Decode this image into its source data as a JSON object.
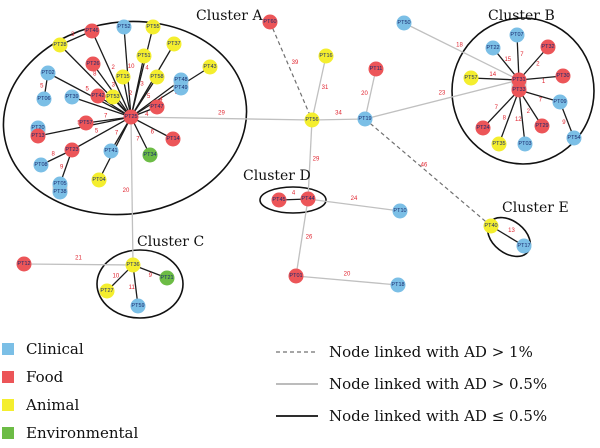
{
  "colors": {
    "Clinical": "#7bbfe6",
    "Food": "#ec5558",
    "Animal": "#f4ee2e",
    "Environmental": "#6cbc45",
    "edge": "#c0c0c0",
    "edgeLabel": "#e0242f"
  },
  "clusters": [
    {
      "id": "A",
      "label": "Cluster A"
    },
    {
      "id": "B",
      "label": "Cluster B"
    },
    {
      "id": "C",
      "label": "Cluster C"
    },
    {
      "id": "D",
      "label": "Cluster D"
    },
    {
      "id": "E",
      "label": "Cluster E"
    }
  ],
  "legend": {
    "categories": [
      {
        "label": "Clinical",
        "type": "Clinical"
      },
      {
        "label": "Food",
        "type": "Food"
      },
      {
        "label": "Animal",
        "type": "Animal"
      },
      {
        "label": "Environmental",
        "type": "Environmental"
      }
    ],
    "edge_types": [
      {
        "label": "Node linked with AD > 1%",
        "style": "dashed"
      },
      {
        "label": "Node linked with AD > 0.5%",
        "style": "thin"
      },
      {
        "label": "Node linked with AD ≤ 0.5%",
        "style": "thick"
      }
    ]
  },
  "nodes": [
    {
      "id": "PT25",
      "type": "Food"
    },
    {
      "id": "PT46",
      "type": "Food"
    },
    {
      "id": "PT52",
      "type": "Clinical"
    },
    {
      "id": "PT55",
      "type": "Animal"
    },
    {
      "id": "PT28",
      "type": "Animal"
    },
    {
      "id": "PT37",
      "type": "Animal"
    },
    {
      "id": "PT51",
      "type": "Animal"
    },
    {
      "id": "PT26",
      "type": "Food"
    },
    {
      "id": "PT02",
      "type": "Clinical"
    },
    {
      "id": "PT15",
      "type": "Animal"
    },
    {
      "id": "PT58",
      "type": "Animal"
    },
    {
      "id": "PT48",
      "type": "Clinical"
    },
    {
      "id": "PT49",
      "type": "Clinical"
    },
    {
      "id": "PT43",
      "type": "Animal"
    },
    {
      "id": "PT06",
      "type": "Clinical"
    },
    {
      "id": "PT39",
      "type": "Clinical"
    },
    {
      "id": "PT42",
      "type": "Food"
    },
    {
      "id": "PT53",
      "type": "Animal"
    },
    {
      "id": "PT47",
      "type": "Food"
    },
    {
      "id": "PT57",
      "type": "Food"
    },
    {
      "id": "PT20",
      "type": "Clinical"
    },
    {
      "id": "PT13",
      "type": "Food"
    },
    {
      "id": "PT14",
      "type": "Food"
    },
    {
      "id": "PT23",
      "type": "Food"
    },
    {
      "id": "PT41",
      "type": "Clinical"
    },
    {
      "id": "PT34",
      "type": "Environmental"
    },
    {
      "id": "PT08",
      "type": "Clinical"
    },
    {
      "id": "PT04",
      "type": "Animal"
    },
    {
      "id": "PT05",
      "type": "Clinical"
    },
    {
      "id": "PT38",
      "type": "Clinical"
    },
    {
      "id": "PT60",
      "type": "Food"
    },
    {
      "id": "PT16",
      "type": "Animal"
    },
    {
      "id": "PT11",
      "type": "Food"
    },
    {
      "id": "PT56",
      "type": "Animal"
    },
    {
      "id": "PT19",
      "type": "Clinical"
    },
    {
      "id": "PT50",
      "type": "Clinical"
    },
    {
      "id": "PT07",
      "type": "Clinical"
    },
    {
      "id": "PT22",
      "type": "Clinical"
    },
    {
      "id": "PT32",
      "type": "Food"
    },
    {
      "id": "PT57B",
      "type": "Animal",
      "label": "PT57"
    },
    {
      "id": "PT31",
      "type": "Food"
    },
    {
      "id": "PT33",
      "type": "Food"
    },
    {
      "id": "PT30",
      "type": "Food"
    },
    {
      "id": "PT09",
      "type": "Clinical"
    },
    {
      "id": "PT24",
      "type": "Food"
    },
    {
      "id": "PT29",
      "type": "Food"
    },
    {
      "id": "PT35",
      "type": "Animal"
    },
    {
      "id": "PT03",
      "type": "Clinical"
    },
    {
      "id": "PT54",
      "type": "Clinical"
    },
    {
      "id": "PT45",
      "type": "Food"
    },
    {
      "id": "PT44",
      "type": "Food"
    },
    {
      "id": "PT10",
      "type": "Clinical"
    },
    {
      "id": "PT01",
      "type": "Food"
    },
    {
      "id": "PT18",
      "type": "Clinical"
    },
    {
      "id": "PT40",
      "type": "Animal"
    },
    {
      "id": "PT17",
      "type": "Clinical"
    },
    {
      "id": "PT12",
      "type": "Food"
    },
    {
      "id": "PT36",
      "type": "Animal"
    },
    {
      "id": "PT21",
      "type": "Environmental"
    },
    {
      "id": "PT27",
      "type": "Animal"
    },
    {
      "id": "PT59",
      "type": "Clinical"
    }
  ],
  "edges": [
    {
      "a": "PT25",
      "b": "PT46",
      "label": "2",
      "style": "thick"
    },
    {
      "a": "PT25",
      "b": "PT52",
      "label": "10",
      "style": "thick"
    },
    {
      "a": "PT25",
      "b": "PT55",
      "label": "4",
      "style": "thick"
    },
    {
      "a": "PT25",
      "b": "PT28",
      "label": "8",
      "style": "thick"
    },
    {
      "a": "PT25",
      "b": "PT37",
      "label": "2",
      "style": "thick"
    },
    {
      "a": "PT25",
      "b": "PT51",
      "label": "3",
      "style": "thick"
    },
    {
      "a": "PT25",
      "b": "PT26",
      "label": "3",
      "style": "thick"
    },
    {
      "a": "PT25",
      "b": "PT02",
      "label": "5",
      "style": "thick"
    },
    {
      "a": "PT25",
      "b": "PT15",
      "label": "2",
      "style": "thick"
    },
    {
      "a": "PT25",
      "b": "PT58",
      "label": "5",
      "style": "thick"
    },
    {
      "a": "PT25",
      "b": "PT48",
      "label": "4",
      "style": "thick"
    },
    {
      "a": "PT25",
      "b": "PT43",
      "label": "8",
      "style": "thick"
    },
    {
      "a": "PT25",
      "b": "PT39",
      "label": "5",
      "style": "thick"
    },
    {
      "a": "PT25",
      "b": "PT42",
      "label": "3",
      "style": "thick"
    },
    {
      "a": "PT25",
      "b": "PT53",
      "label": "",
      "style": "thick"
    },
    {
      "a": "PT25",
      "b": "PT47",
      "label": "4",
      "style": "thick"
    },
    {
      "a": "PT25",
      "b": "PT57",
      "label": "7",
      "style": "thick"
    },
    {
      "a": "PT25",
      "b": "PT13",
      "label": "5",
      "style": "thick"
    },
    {
      "a": "PT25",
      "b": "PT14",
      "label": "6",
      "style": "thick"
    },
    {
      "a": "PT25",
      "b": "PT23",
      "label": "5",
      "style": "thick"
    },
    {
      "a": "PT25",
      "b": "PT41",
      "label": "7",
      "style": "thick"
    },
    {
      "a": "PT25",
      "b": "PT34",
      "label": "7",
      "style": "thick"
    },
    {
      "a": "PT25",
      "b": "PT04",
      "label": "5",
      "style": "thick"
    },
    {
      "a": "PT46",
      "b": "PT28",
      "label": "3",
      "style": "thick"
    },
    {
      "a": "PT02",
      "b": "PT06",
      "label": "5",
      "style": "thick"
    },
    {
      "a": "PT20",
      "b": "PT13",
      "label": "3",
      "style": "thick"
    },
    {
      "a": "PT23",
      "b": "PT08",
      "label": "8",
      "style": "thick"
    },
    {
      "a": "PT23",
      "b": "PT05",
      "label": "9",
      "style": "thick"
    },
    {
      "a": "PT25",
      "b": "PT56",
      "label": "29",
      "style": "thin"
    },
    {
      "a": "PT25",
      "b": "PT36",
      "label": "20",
      "style": "thin"
    },
    {
      "a": "PT60",
      "b": "PT56",
      "label": "39",
      "style": "dashed"
    },
    {
      "a": "PT16",
      "b": "PT56",
      "label": "31",
      "style": "thin"
    },
    {
      "a": "PT56",
      "b": "PT19",
      "label": "34",
      "style": "thin"
    },
    {
      "a": "PT56",
      "b": "PT44",
      "label": "29",
      "style": "thin"
    },
    {
      "a": "PT11",
      "b": "PT19",
      "label": "20",
      "style": "thin"
    },
    {
      "a": "PT50",
      "b": "PT31",
      "label": "18",
      "style": "thin"
    },
    {
      "a": "PT19",
      "b": "PT31",
      "label": "23",
      "style": "thin"
    },
    {
      "a": "PT19",
      "b": "PT40",
      "label": "46",
      "style": "dashed"
    },
    {
      "a": "PT31",
      "b": "PT07",
      "label": "7",
      "style": "thick"
    },
    {
      "a": "PT31",
      "b": "PT22",
      "label": "15",
      "style": "thick"
    },
    {
      "a": "PT31",
      "b": "PT32",
      "label": "2",
      "style": "thick"
    },
    {
      "a": "PT31",
      "b": "PT57B",
      "label": "14",
      "style": "thick"
    },
    {
      "a": "PT31",
      "b": "PT30",
      "label": "1",
      "style": "thick"
    },
    {
      "a": "PT31",
      "b": "PT33",
      "label": "",
      "style": "thick"
    },
    {
      "a": "PT33",
      "b": "PT09",
      "label": "7",
      "style": "thick"
    },
    {
      "a": "PT33",
      "b": "PT24",
      "label": "7",
      "style": "thick"
    },
    {
      "a": "PT33",
      "b": "PT29",
      "label": "2",
      "style": "thick"
    },
    {
      "a": "PT33",
      "b": "PT35",
      "label": "8",
      "style": "thick"
    },
    {
      "a": "PT33",
      "b": "PT03",
      "label": "12",
      "style": "thick"
    },
    {
      "a": "PT09",
      "b": "PT54",
      "label": "9",
      "style": "thick"
    },
    {
      "a": "PT45",
      "b": "PT44",
      "label": "4",
      "style": "thick"
    },
    {
      "a": "PT44",
      "b": "PT10",
      "label": "24",
      "style": "thin"
    },
    {
      "a": "PT44",
      "b": "PT01",
      "label": "26",
      "style": "thin"
    },
    {
      "a": "PT01",
      "b": "PT18",
      "label": "20",
      "style": "thin"
    },
    {
      "a": "PT40",
      "b": "PT17",
      "label": "13",
      "style": "thick"
    },
    {
      "a": "PT12",
      "b": "PT36",
      "label": "21",
      "style": "thin"
    },
    {
      "a": "PT36",
      "b": "PT21",
      "label": "9",
      "style": "thick"
    },
    {
      "a": "PT36",
      "b": "PT27",
      "label": "10",
      "style": "thick"
    },
    {
      "a": "PT36",
      "b": "PT59",
      "label": "11",
      "style": "thick"
    }
  ]
}
